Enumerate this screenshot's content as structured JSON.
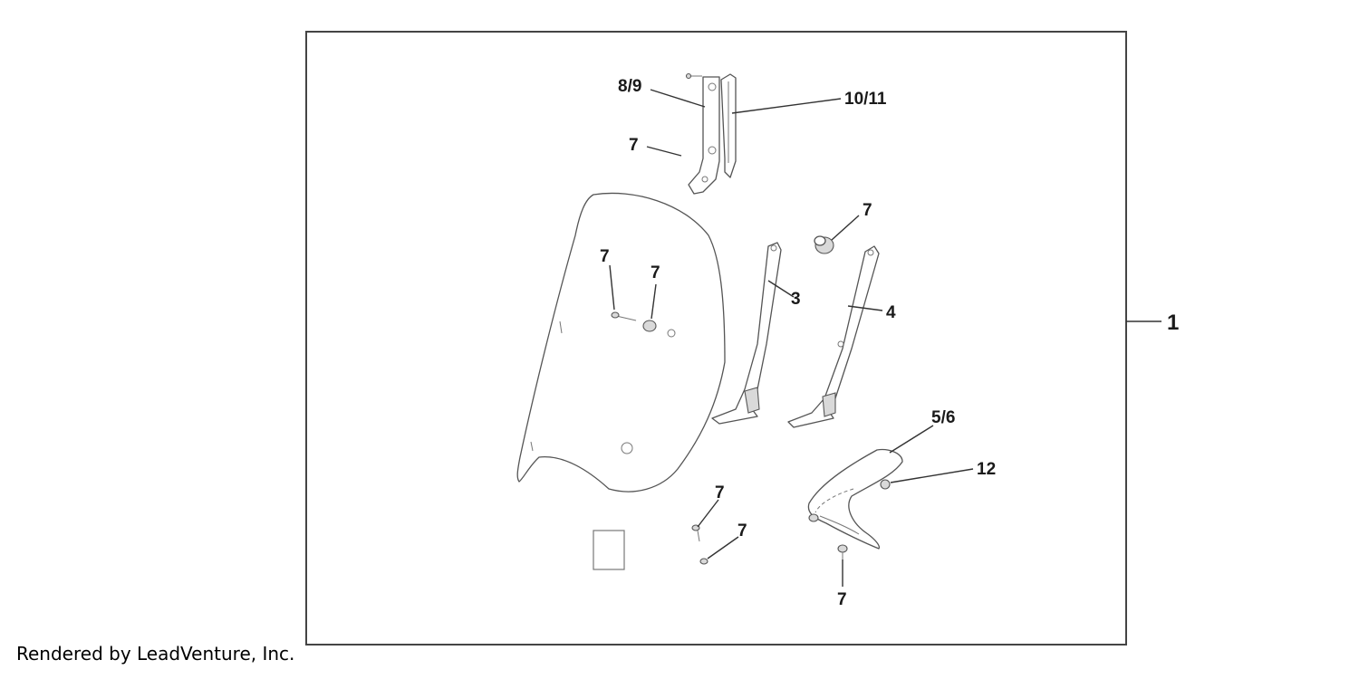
{
  "callouts": {
    "assembly": "1",
    "bracket_left": "8/9",
    "bracket_right": "10/11",
    "screw_bracket": "7",
    "nut_stay": "7",
    "screw_screen_a": "7",
    "screw_screen_b": "7",
    "stay_left": "3",
    "stay_right": "4",
    "cover": "5/6",
    "collar": "12",
    "screw_loose_a": "7",
    "screw_loose_b": "7",
    "screw_cover": "7"
  },
  "footer": {
    "credit": "Rendered by LeadVenture, Inc."
  }
}
